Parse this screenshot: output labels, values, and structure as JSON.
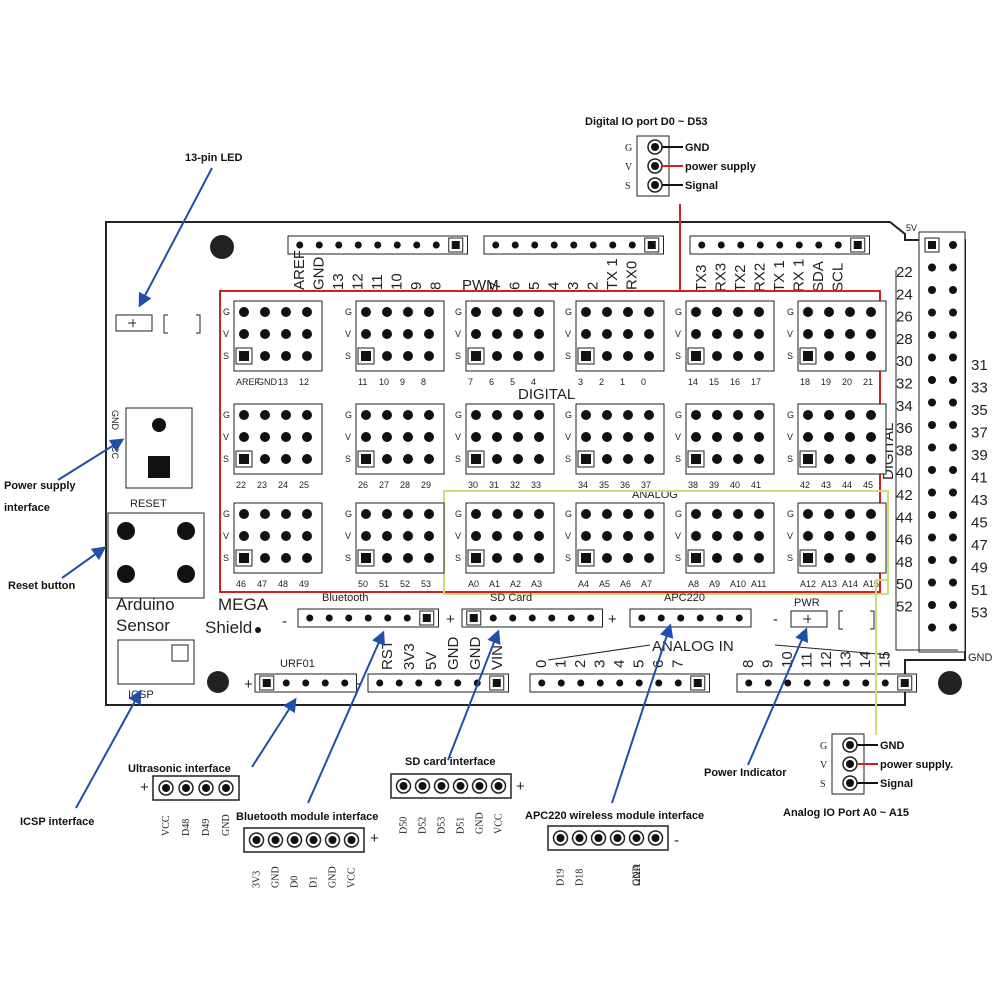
{
  "callouts": {
    "led13": "13-pin LED",
    "power_supply_1": "Power supply",
    "power_supply_2": "interface",
    "reset_button": "Reset button",
    "icsp": "ICSP interface",
    "ultrasonic": "Ultrasonic interface",
    "bluetooth": "Bluetooth module interface",
    "sd_card": "SD card interface",
    "apc220": "APC220 wireless module interface",
    "power_indicator": "Power Indicator",
    "digital_io": "Digital IO port D0 ~ D53",
    "analog_io": "Analog IO Port A0 ~ A15"
  },
  "gvs_legend": {
    "pins": [
      "G",
      "V",
      "S"
    ],
    "labels": [
      "GND",
      "power supply",
      "Signal"
    ],
    "labels_analog": [
      "GND",
      "power supply.",
      "Signal"
    ]
  },
  "board": {
    "aref_header_labels": [
      "AREF",
      "GND",
      "13",
      "12",
      "11",
      "10",
      "9",
      "8"
    ],
    "pwm_header_labels": [
      "7",
      "6",
      "5",
      "4",
      "3",
      "2",
      "TX 1",
      "RX0"
    ],
    "comm_header_labels": [
      "TX3",
      "RX3",
      "TX2",
      "RX2",
      "TX 1",
      "RX 1",
      "SDA",
      "SCL"
    ],
    "pwm_label": "PWM",
    "digital_label": "DIGITAL",
    "analog_label": "ANALOG",
    "digital_vertical": "DIGITAL",
    "reset_label": "RESET",
    "power_pins": [
      "GND",
      "VCC"
    ],
    "brand1": [
      "Arduino",
      "Sensor"
    ],
    "brand2": [
      "MEGA",
      "Shield"
    ],
    "icsp_label": "ICSP",
    "urf_label": "URF01",
    "bluetooth_label": "Bluetooth",
    "sd_label": "SD Card",
    "apc_label": "APC220",
    "pwr_label": "PWR",
    "analog_in_label": "ANALOG IN",
    "power_header_labels": [
      "RST",
      "3V3",
      "5V",
      "GND",
      "GND",
      "VIN"
    ],
    "analog_header_a": [
      "0",
      "1",
      "2",
      "3",
      "4",
      "5",
      "6",
      "7"
    ],
    "analog_header_b": [
      "8",
      "9",
      "10",
      "11",
      "12",
      "13",
      "14",
      "15"
    ],
    "right_top": "5V",
    "right_bottom": "GND",
    "right_left_labels": [
      "22",
      "24",
      "26",
      "28",
      "30",
      "32",
      "34",
      "36",
      "38",
      "40",
      "42",
      "44",
      "46",
      "48",
      "50",
      "52"
    ],
    "right_right_labels": [
      "31",
      "33",
      "35",
      "37",
      "39",
      "41",
      "43",
      "45",
      "47",
      "49",
      "51",
      "53"
    ],
    "plus": "+",
    "minus": "-",
    "blocks": [
      [
        "AREF",
        "GND",
        "13",
        "12"
      ],
      [
        "11",
        "10",
        "9",
        "8"
      ],
      [
        "7",
        "6",
        "5",
        "4"
      ],
      [
        "3",
        "2",
        "1",
        "0"
      ],
      [
        "14",
        "15",
        "16",
        "17"
      ],
      [
        "18",
        "19",
        "20",
        "21"
      ],
      [
        "22",
        "23",
        "24",
        "25"
      ],
      [
        "26",
        "27",
        "28",
        "29"
      ],
      [
        "30",
        "31",
        "32",
        "33"
      ],
      [
        "34",
        "35",
        "36",
        "37"
      ],
      [
        "38",
        "39",
        "40",
        "41"
      ],
      [
        "42",
        "43",
        "44",
        "45"
      ],
      [
        "46",
        "47",
        "48",
        "49"
      ],
      [
        "50",
        "51",
        "52",
        "53"
      ],
      [
        "A0",
        "A1",
        "A2",
        "A3"
      ],
      [
        "A4",
        "A5",
        "A6",
        "A7"
      ],
      [
        "A8",
        "A9",
        "A10",
        "A11"
      ],
      [
        "A12",
        "A13",
        "A14",
        "A15"
      ]
    ]
  },
  "modules": {
    "ultrasonic_pins": [
      "VCC",
      "D48",
      "D49",
      "GND"
    ],
    "bluetooth_pins": [
      "3V3",
      "GND",
      "D0",
      "D1",
      "GND",
      "VCC"
    ],
    "sd_pins": [
      "D50",
      "D52",
      "D53",
      "D51",
      "GND",
      "VCC"
    ],
    "apc_pins": [
      "D19",
      "D18",
      "",
      "",
      "GND"
    ],
    "apc_partial": "ΩΩA",
    "minus": "-",
    "plus": "+"
  },
  "colors": {
    "digital_frame": "#d42020",
    "analog_frame": "#c8e07a",
    "arrow": "#1f4fa8",
    "wire_red": "#d42020"
  }
}
